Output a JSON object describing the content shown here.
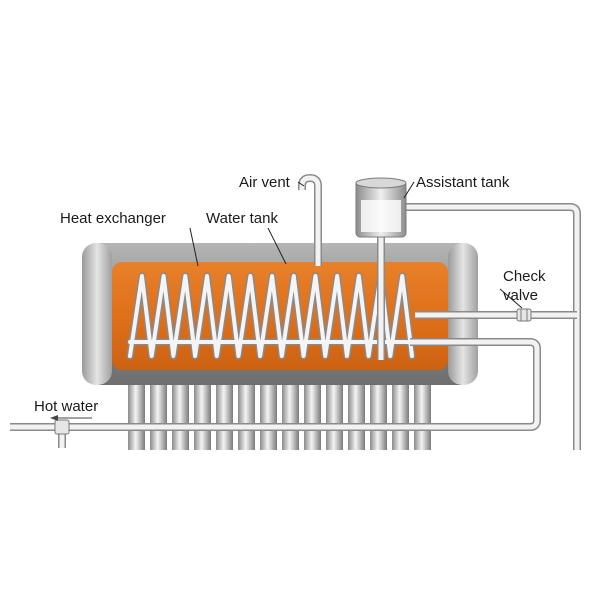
{
  "labels": {
    "air_vent": "Air vent",
    "assistant_tank": "Assistant tank",
    "heat_exchanger": "Heat exchanger",
    "water_tank": "Water tank",
    "check_valve_line1": "Check",
    "check_valve_line2": "valve",
    "hot_water": "Hot water"
  },
  "colors": {
    "water": "#e0701a",
    "tank_shell": "#8e8e8e",
    "tank_shell_dark": "#5a5a5a",
    "pipe": "#f2f2f2",
    "pipe_outline": "#8a8a8a",
    "label_line": "#222222"
  }
}
